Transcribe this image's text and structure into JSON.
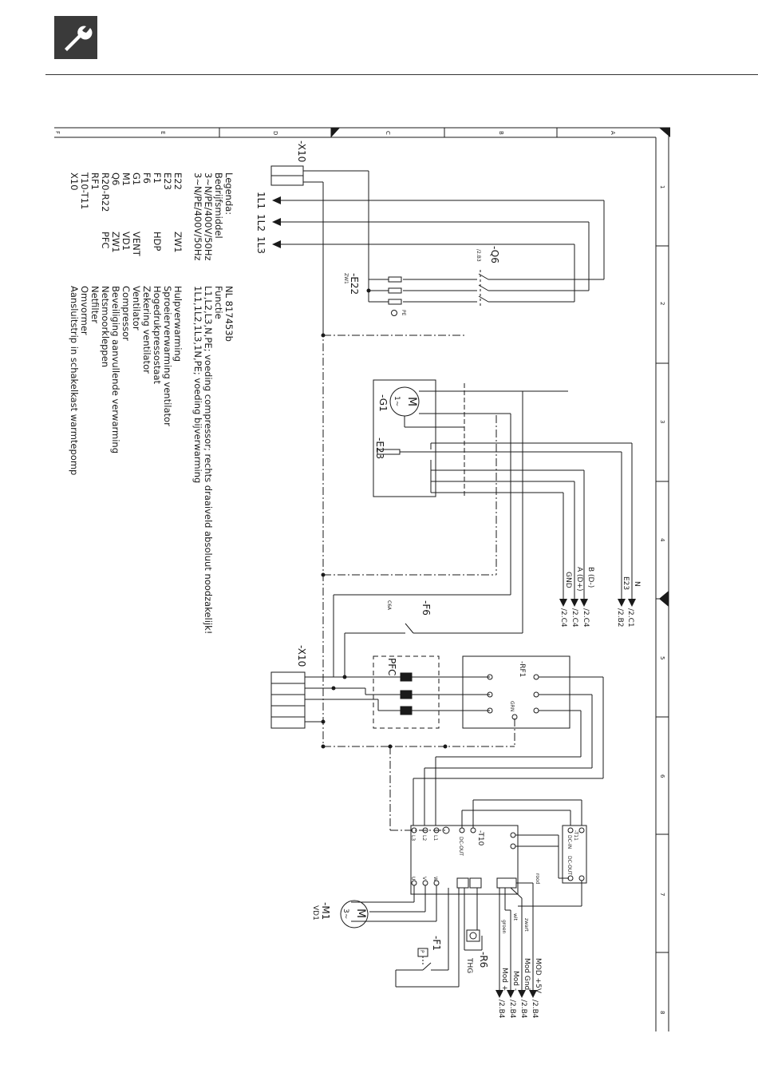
{
  "legend": {
    "heading": "Legenda:",
    "col1_header": "Bedrijfsmiddel",
    "col3_header": "Functie",
    "doc_number": "NL 817453b",
    "supply_400": "3~N/PE/400V/50Hz",
    "supply_400_desc": "L1,L2,L3,N,PE; voeding compressor; rechts draaiveld absoluut noodzakelijk!",
    "supply_400b": "3~N/PE/400V/50Hz",
    "supply_400b_desc": "1L1,1L2,1L3,1N,PE; voeding bijverwarming",
    "items": [
      {
        "id": "E22",
        "code": "ZW1",
        "func": "Hulpverwarming"
      },
      {
        "id": "E23",
        "code": "",
        "func": "Sproeierverwarming ventilator"
      },
      {
        "id": "F1",
        "code": "HDP",
        "func": "Hogedrukpressostaat"
      },
      {
        "id": "F6",
        "code": "",
        "func": "Zekering ventilator"
      },
      {
        "id": "G1",
        "code": "VENT",
        "func": "Ventilator"
      },
      {
        "id": "M1",
        "code": "VD1",
        "func": "Compressor"
      },
      {
        "id": "Q6",
        "code": "ZW1",
        "func": "Beveiliging aanvullende verwarming"
      },
      {
        "id": "R20-R22",
        "code": "PFC",
        "func": "Netsmoorkleppen"
      },
      {
        "id": "RF1",
        "code": "",
        "func": "Netfilter"
      },
      {
        "id": "T10-T11",
        "code": "",
        "func": "Omvormer"
      },
      {
        "id": "X10",
        "code": "",
        "func": "Aansluitstrip in schakelkast warmtepomp"
      }
    ]
  },
  "frame": {
    "rows": [
      "A",
      "B",
      "C",
      "D",
      "E",
      "F"
    ],
    "cols": [
      "1",
      "2",
      "3",
      "4",
      "5",
      "6",
      "7",
      "8"
    ]
  },
  "labels": {
    "x10_top": "-X10",
    "x10_mid": "-X10",
    "l1": "1L1",
    "l2": "1L2",
    "l3": "1L3",
    "q6": "-Q6",
    "q6_ref": "/2.B3",
    "e22": "-E22",
    "e22_sub": "ZW1",
    "g1": "-G1",
    "g1_motor": "M",
    "g1_phase": "1~",
    "e23": "-E23",
    "f6": "-F6",
    "f6_rating": "C6A",
    "rf1": "-RF1",
    "grn": "GRN",
    "pfc": "PFC",
    "t10": "-T10",
    "t11": "-T11",
    "m1": "-M1",
    "m1_code": "VD1",
    "m1_motor": "M",
    "m1_phase": "3~",
    "f1": "-F1",
    "f1_p": "P",
    "r6": "-R6",
    "r6_code": "THG",
    "pe": "PE",
    "dc_out": "DC-OUT",
    "dc_in": "DC-IN",
    "t_l1": "L1",
    "t_l2": "L2",
    "t_l3": "L3",
    "t_u": "U",
    "t_v": "V",
    "t_w": "W",
    "rood": "rood",
    "zwart": "zwart",
    "wit": "wit",
    "groen": "groen",
    "sig_b": "B (D-)",
    "sig_a": "A (D+)",
    "sig_gnd": "GND",
    "sig_n": "N",
    "sig_e23": "E23",
    "ref_c4a": "/2.C4",
    "ref_c4b": "/2.C4",
    "ref_c4c": "/2.C4",
    "ref_c1": "/2.C1",
    "ref_b2": "/2.B2",
    "mod5v": "MOD +5V",
    "modgnd": "Mod Gnd",
    "modm": "Mod -",
    "modp": "Mod +",
    "ref_b4a": "/2.B4",
    "ref_b4b": "/2.B4",
    "ref_b4c": "/2.B4",
    "ref_b4d": "/2.B4"
  },
  "colors": {
    "line": "#1a1a1a",
    "icon_bg": "#3a3a3a"
  }
}
